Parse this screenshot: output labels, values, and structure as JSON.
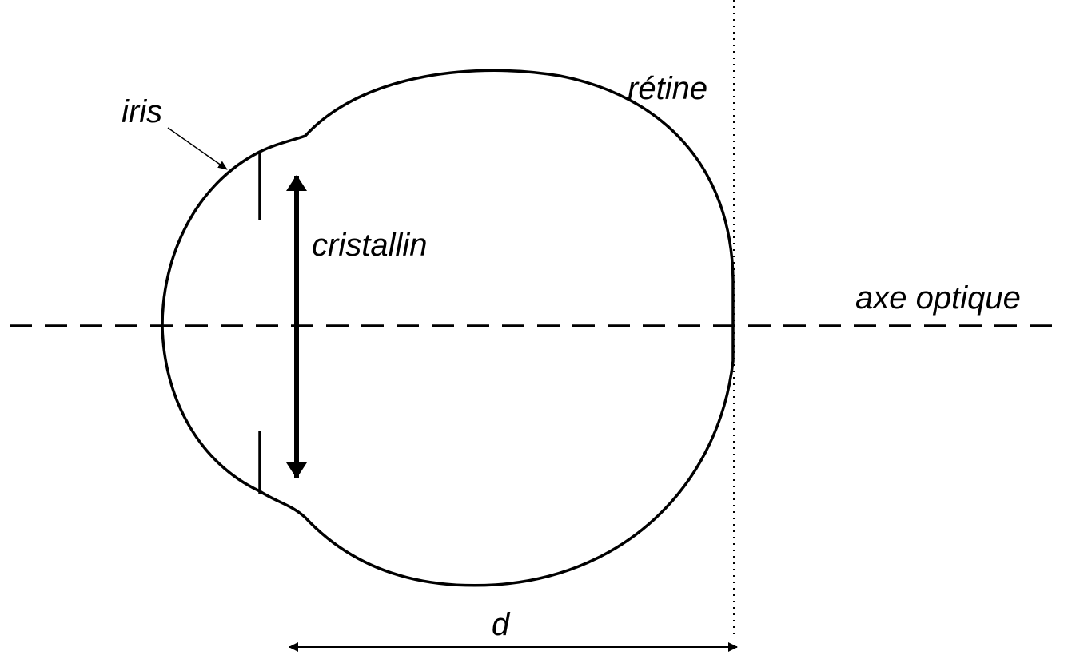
{
  "labels": {
    "iris": "iris",
    "retina": "rétine",
    "lens": "cristallin",
    "optical_axis": "axe optique",
    "distance": "d"
  },
  "colors": {
    "ink": "#000000",
    "background": "#ffffff"
  }
}
